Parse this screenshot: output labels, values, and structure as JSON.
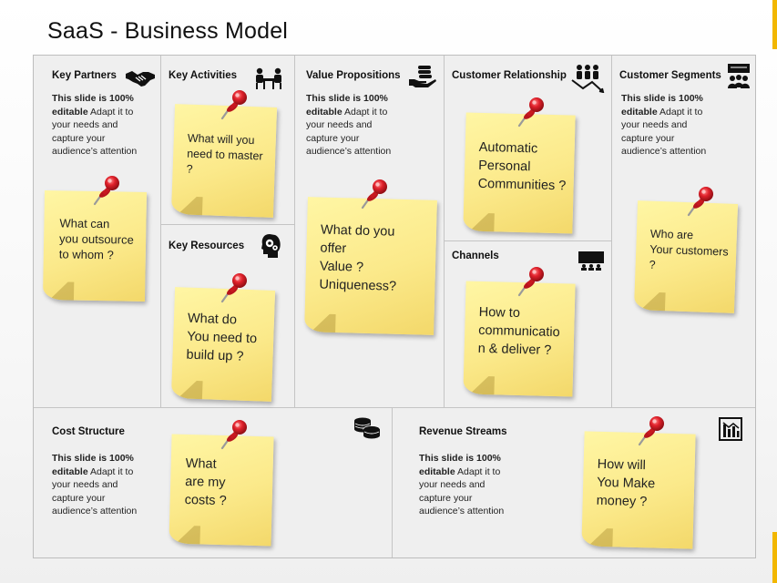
{
  "title": "SaaS - Business Model",
  "desc": {
    "bold": "This slide is 100% editable",
    "rest": " Adapt it to your needs and capture your audience’s attention"
  },
  "cells": {
    "key_partners": {
      "title": "Key Partners",
      "note": "What can\nyou outsource\nto  whom ?",
      "icon": "handshake-icon"
    },
    "key_activities": {
      "title": "Key Activities",
      "note": "What will you\nneed to master\n?",
      "icon": "meeting-icon"
    },
    "key_resources": {
      "title": "Key Resources",
      "note": "What do\nYou need to\nbuild up ?",
      "icon": "head-gears-icon"
    },
    "value_propositions": {
      "title": "Value Propositions",
      "note": "What do you\noffer\nValue ?\nUniqueness?",
      "icon": "hand-coins-icon"
    },
    "customer_relationship": {
      "title": "Customer Relationship",
      "note": "Automatic\nPersonal\nCommunities ?",
      "icon": "people-network-icon"
    },
    "channels": {
      "title": "Channels",
      "note": "How to\ncommunicatio\nn & deliver ?",
      "icon": "presentation-icon"
    },
    "customer_segments": {
      "title": "Customer Segments",
      "note": "Who are\nYour customers\n?",
      "icon": "audience-icon"
    },
    "cost_structure": {
      "title": "Cost Structure",
      "note": "What\nare my\ncosts ?",
      "icon": "coins-icon"
    },
    "revenue_streams": {
      "title": "Revenue Streams",
      "note": "How will\nYou Make\nmoney ?",
      "icon": "bar-chart-icon"
    }
  }
}
